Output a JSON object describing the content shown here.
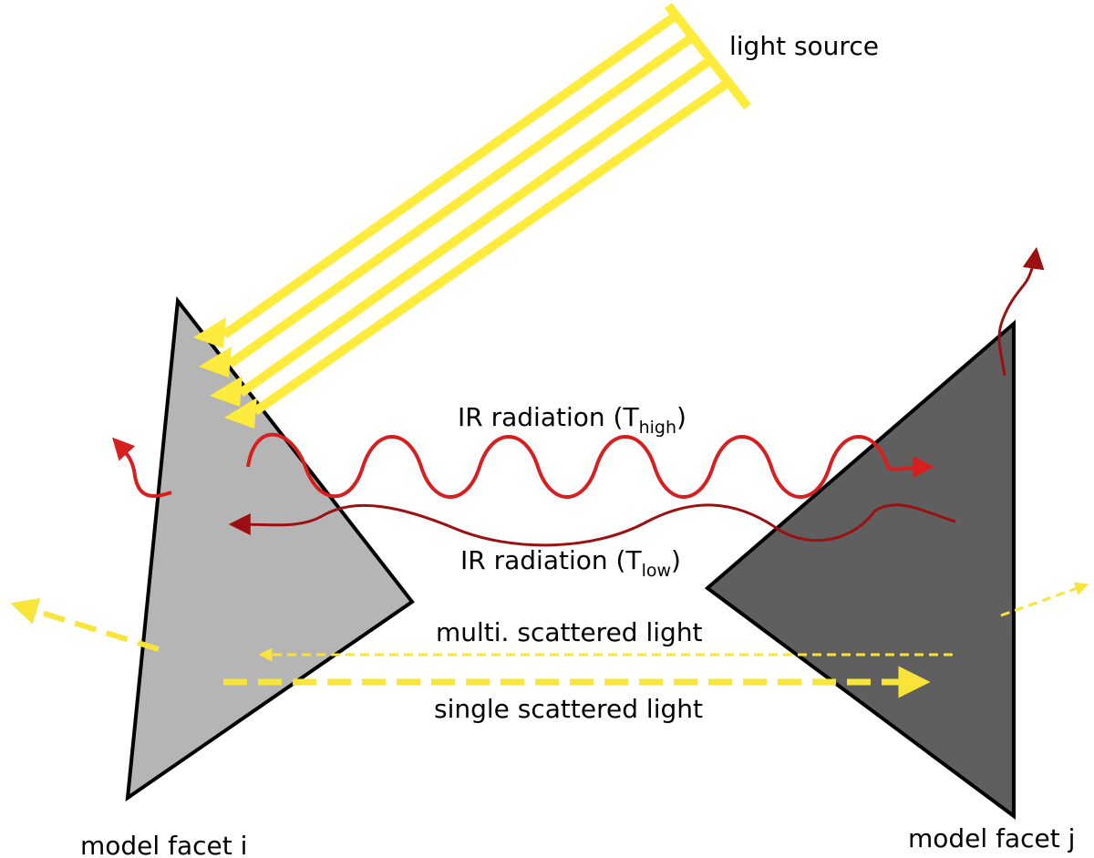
{
  "labels": {
    "light_source": "light source",
    "ir_high_prefix": "IR radiation (T",
    "ir_high_sub": "high",
    "ir_low_prefix": "IR radiation (T",
    "ir_low_sub": "low",
    "paren_close": ")",
    "multi_scattered": "multi. scattered light",
    "single_scattered": "single scattered light",
    "facet_i": "model facet i",
    "facet_j": "model facet j"
  },
  "colors": {
    "light": "#ffeb3b",
    "scatter": "#f9e43a",
    "ir_high": "#d71f1f",
    "ir_low": "#9b1111",
    "facet_i_fill": "#b5b5b5",
    "facet_j_fill": "#5f5f5f",
    "outline": "#000000"
  }
}
